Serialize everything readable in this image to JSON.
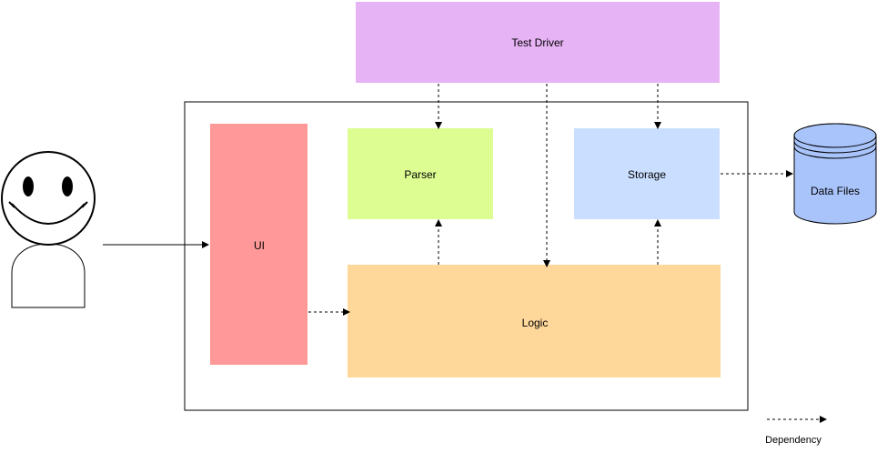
{
  "diagram": {
    "components": {
      "test_driver": {
        "label": "Test Driver",
        "color": "#e6b3f5"
      },
      "parser": {
        "label": "Parser",
        "color": "#ddfd93"
      },
      "storage": {
        "label": "Storage",
        "color": "#cadfff"
      },
      "ui": {
        "label": "UI",
        "color": "#ff9999"
      },
      "logic": {
        "label": "Logic",
        "color": "#fed79b"
      },
      "data_files": {
        "label": "Data Files",
        "color": "#a9c4fb"
      }
    },
    "legend": {
      "label": "Dependency"
    },
    "actor": {
      "icon": "user-smiley-icon"
    }
  }
}
